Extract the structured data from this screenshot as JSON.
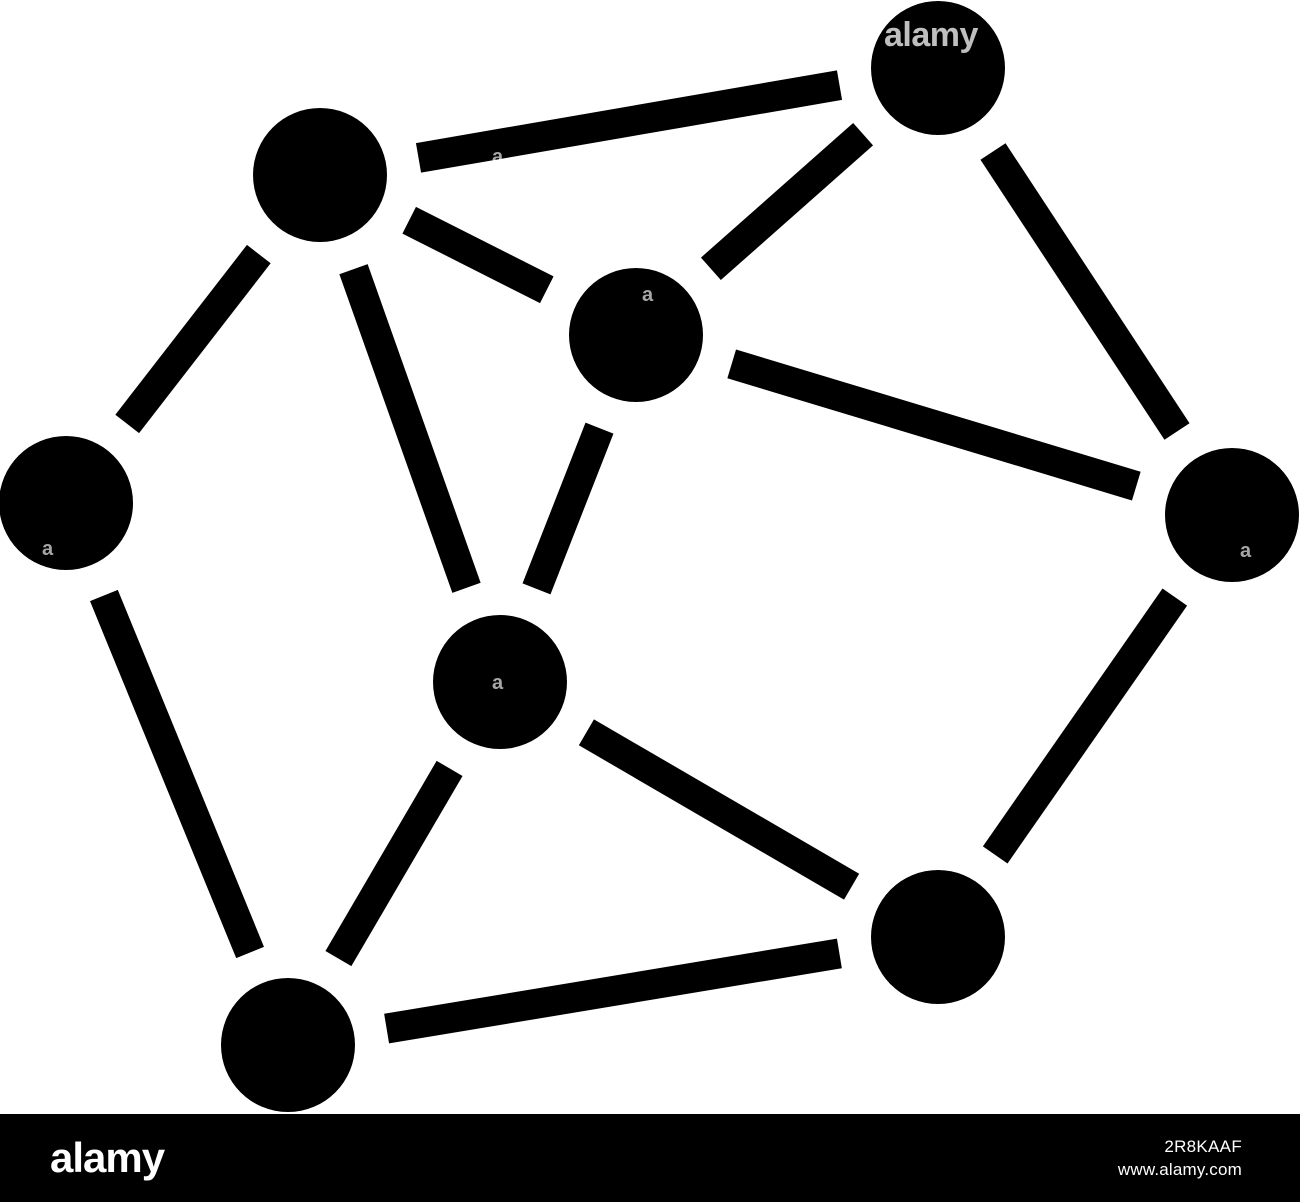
{
  "footer": {
    "brand": "alamy",
    "image_id": "2R8KAAF",
    "site": "www.alamy.com"
  },
  "watermark": {
    "logo": "alamy",
    "mark": "a"
  },
  "icon": {
    "name": "molecule-network-icon",
    "color": "#000000",
    "background": "#ffffff"
  }
}
